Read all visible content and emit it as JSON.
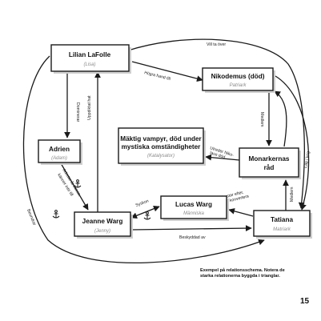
{
  "diagram": {
    "nodes": [
      {
        "id": "lilian",
        "name": "Lilian LaFolle",
        "sub": "(Lisa)"
      },
      {
        "id": "nikodemus",
        "name": "Nikodemus (död)",
        "sub": "Patriark"
      },
      {
        "id": "vampyr",
        "name": "Mäktig vampyr, död under",
        "name2": "mystiska omständigheter",
        "sub": "(Katalysator)"
      },
      {
        "id": "adrien",
        "name": "Adrien",
        "sub": "(Adam)"
      },
      {
        "id": "monark",
        "name": "Monarkernas",
        "name2": "råd",
        "sub": ""
      },
      {
        "id": "lucas",
        "name": "Lucas Warg",
        "sub": "Människa"
      },
      {
        "id": "jeanne",
        "name": "Jeanne Warg",
        "sub": "(Jenny)"
      },
      {
        "id": "tatiana",
        "name": "Tatiana",
        "sub": "Matriark"
      }
    ],
    "edges": [
      {
        "id": "hogra_hand",
        "label": "Högra hand till"
      },
      {
        "id": "vill_ta",
        "label": "Vill ta över"
      },
      {
        "id": "dominerar",
        "label": "Dominerar"
      },
      {
        "id": "uppdikt",
        "label": "Uppdiktat hat"
      },
      {
        "id": "medlem1",
        "label": "Medlem"
      },
      {
        "id": "lag_krig",
        "label": "Låg i krig"
      },
      {
        "id": "utreder",
        "label": "Utreder Niko-",
        "label2": "laus död"
      },
      {
        "id": "medlem2",
        "label": "Medlem"
      },
      {
        "id": "arbetar",
        "label": "Arbetar åt Lucas,",
        "label2": "känner inte till"
      },
      {
        "id": "syskon",
        "label": "Syskon"
      },
      {
        "id": "lustar",
        "label": "Lustar efter,",
        "label2": "vill konvertera"
      },
      {
        "id": "beundrar",
        "label": "Beundrar"
      },
      {
        "id": "beskyddad",
        "label": "Beskyddad av"
      }
    ]
  },
  "caption": {
    "line1": "Exempel på relationsschema. Notera de",
    "line2": "starka relationerna byggda i trianglar."
  },
  "page_number": "15"
}
